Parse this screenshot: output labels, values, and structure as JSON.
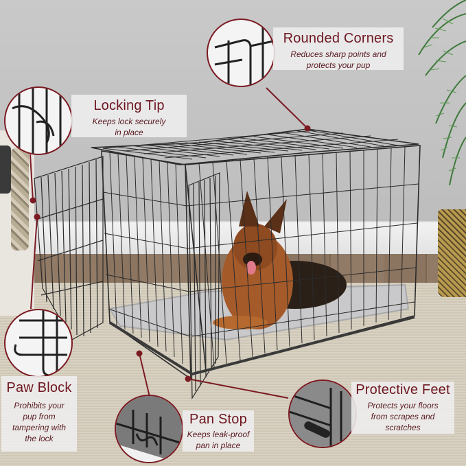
{
  "image": {
    "subject": "Black wire double-door dog crate with German Shepherd lying on gray bed",
    "accent_color": "#7b1a22",
    "title_color": "#6e1620",
    "panel_color": "#eeeeee"
  },
  "callouts": [
    {
      "id": "rounded-corners",
      "title": "Rounded Corners",
      "description": "Reduces sharp points and protects your pup"
    },
    {
      "id": "locking-tip",
      "title": "Locking Tip",
      "description": "Keeps lock securely in place"
    },
    {
      "id": "paw-block",
      "title": "Paw Block",
      "description": "Prohibits your pup from tampering with the lock"
    },
    {
      "id": "pan-stop",
      "title": "Pan Stop",
      "description": "Keeps leak-proof pan in place"
    },
    {
      "id": "protective-feet",
      "title": "Protective Feet",
      "description": "Protects your floors from scrapes and scratches"
    }
  ]
}
